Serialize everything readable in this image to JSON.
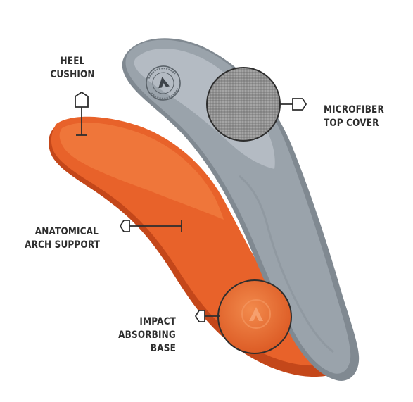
{
  "callouts": {
    "heel_cushion": [
      "HEEL",
      "CUSHION"
    ],
    "microfiber_top_cover": [
      "MICROFIBER",
      "TOP COVER"
    ],
    "anatomical_arch_support": [
      "ANATOMICAL",
      "ARCH SUPPORT"
    ],
    "impact_absorbing_base": [
      "IMPACT",
      "ABSORBING",
      "BASE"
    ]
  },
  "colors": {
    "background": "#ffffff",
    "base_orange": "#e8622a",
    "base_orange_light": "#f07a3d",
    "base_orange_dark": "#c4471a",
    "top_cover_gray": "#9aa3ab",
    "top_cover_light": "#b7bec5",
    "top_cover_edge": "#808991",
    "microfiber_gray": "#8e8e8e",
    "line_color": "#2e2e2e",
    "label_text": "#2e2e2e"
  }
}
